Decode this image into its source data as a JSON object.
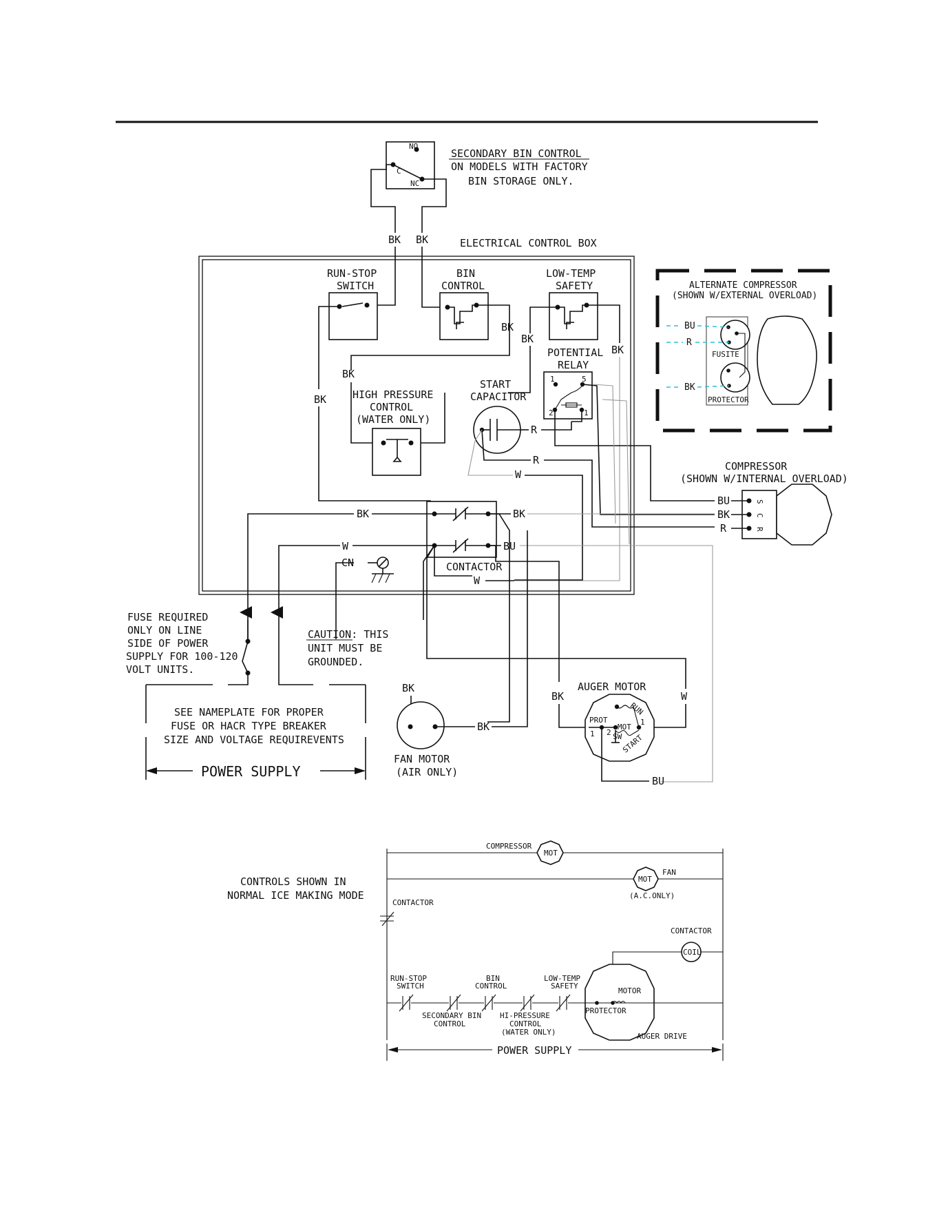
{
  "labels": {
    "secondary_bin_control": [
      "SECONDARY BIN CONTROL",
      "ON MODELS WITH FACTORY",
      "BIN STORAGE ONLY."
    ],
    "electrical_control_box": "ELECTRICAL CONTROL BOX",
    "run_stop_switch": [
      "RUN-STOP",
      "SWITCH"
    ],
    "bin_control": [
      "BIN",
      "CONTROL"
    ],
    "low_temp_safety": [
      "LOW-TEMP",
      "SAFETY"
    ],
    "potential_relay": [
      "POTENTIAL",
      "RELAY"
    ],
    "start_capacitor": [
      "START",
      "CAPACITOR"
    ],
    "high_pressure_control": [
      "HIGH PRESSURE",
      "CONTROL",
      "(WATER ONLY)"
    ],
    "alternate_compressor": [
      "ALTERNATE COMPRESSOR",
      "(SHOWN W/EXTERNAL OVERLOAD)"
    ],
    "fuse_small": "FUSITE",
    "protector_small": "PROTECTOR",
    "compressor": [
      "COMPRESSOR",
      "(SHOWN W/INTERNAL OVERLOAD)"
    ],
    "contactor": "CONTACTOR",
    "fuse_note": [
      "FUSE REQUIRED",
      "ONLY ON LINE",
      "SIDE OF POWER",
      "SUPPLY FOR 100-120",
      "VOLT UNITS."
    ],
    "caution": [
      "CAUTION: THIS",
      "UNIT MUST BE",
      "GROUNDED."
    ],
    "nameplate_note": [
      "SEE NAMEPLATE FOR PROPER",
      "FUSE OR HACR TYPE BREAKER",
      "SIZE AND VOLTAGE REQUIREVENTS"
    ],
    "power_supply": "POWER SUPPLY",
    "fan_motor": [
      "FAN MOTOR",
      "(AIR ONLY)"
    ],
    "auger_motor": "AUGER MOTOR",
    "auger_prot": "PROT",
    "auger_mot": "MOT",
    "auger_run": "RUN",
    "auger_start": "START",
    "auger_sw": "SW",
    "pin_1": "1",
    "pin_2": "2",
    "pin_5": "5",
    "sw_no": "NO",
    "sw_nc": "NC",
    "sw_c": "C",
    "term_s": "S",
    "term_c": "C",
    "term_r": "R",
    "ground_cn": "CN",
    "wire_bk": "BK",
    "wire_bu": "BU",
    "wire_r": "R",
    "wire_w": "W"
  },
  "ladder": {
    "compressor": "COMPRESSOR",
    "mot": "MOT",
    "fan": "FAN",
    "ac_only": "(A.C.ONLY)",
    "controls_note": [
      "CONTROLS SHOWN IN",
      "NORMAL ICE MAKING MODE"
    ],
    "contactor": "CONTACTOR",
    "contactor_coil": "CONTACTOR",
    "coil": "COIL",
    "run_stop": [
      "RUN-STOP",
      "SWITCH"
    ],
    "secondary_bin": [
      "SECONDARY BIN",
      "CONTROL"
    ],
    "bin_control": [
      "BIN",
      "CONTROL"
    ],
    "hi_pressure": [
      "HI-PRESSURE",
      "CONTROL",
      "(WATER ONLY)"
    ],
    "low_temp": [
      "LOW-TEMP",
      "SAFETY"
    ],
    "motor": "MOTOR",
    "protector": "PROTECTOR",
    "auger_drive": "AUGER DRIVE",
    "power_supply": "POWER SUPPLY"
  },
  "colors": {
    "ink": "#111111",
    "dashed_wire": "#27c4cf",
    "light_wire": "#9a9a9a"
  }
}
